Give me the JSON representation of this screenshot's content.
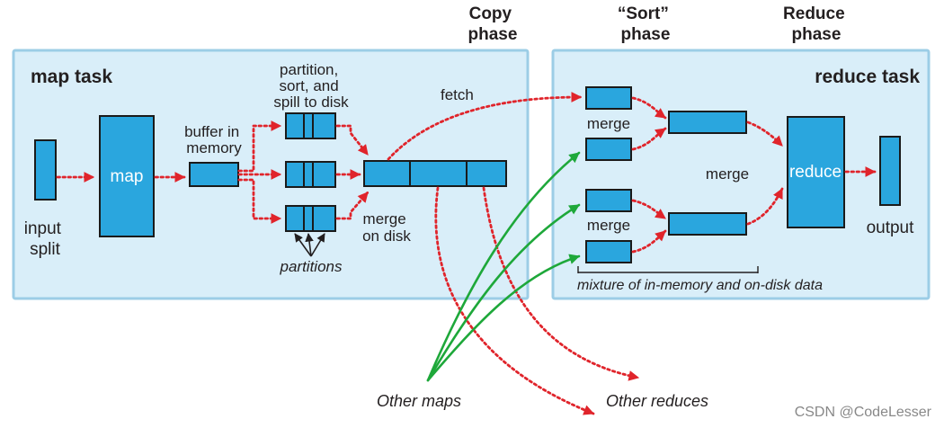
{
  "phases": {
    "copy": [
      "Copy",
      "phase"
    ],
    "sort": [
      "“Sort”",
      "phase"
    ],
    "reduce": [
      "Reduce",
      "phase"
    ]
  },
  "map_task": {
    "title": "map task",
    "map_label": "map",
    "input_split": [
      "input",
      "split"
    ],
    "buffer": [
      "buffer in",
      "memory"
    ],
    "partition_sort": [
      "partition,",
      "sort, and",
      "spill to disk"
    ],
    "merge_on_disk": [
      "merge",
      "on disk"
    ],
    "partitions": "partitions"
  },
  "reduce_task": {
    "title": "reduce task",
    "reduce_label": "reduce",
    "output": "output",
    "merge_top": "merge",
    "merge_middle": "merge",
    "merge_bottom": "merge",
    "mixture": "mixture of in-memory and on-disk data"
  },
  "fetch": "fetch",
  "other_maps": "Other maps",
  "other_reduces": "Other reduces",
  "watermark": "CSDN @CodeLesser",
  "colors": {
    "panel": "#d9eef9",
    "panel_border": "#9ccde6",
    "box": "#2aa6de",
    "box_border": "#1a1a1a",
    "red_arrow": "#e0242b",
    "green_arrow": "#1ea83a"
  }
}
